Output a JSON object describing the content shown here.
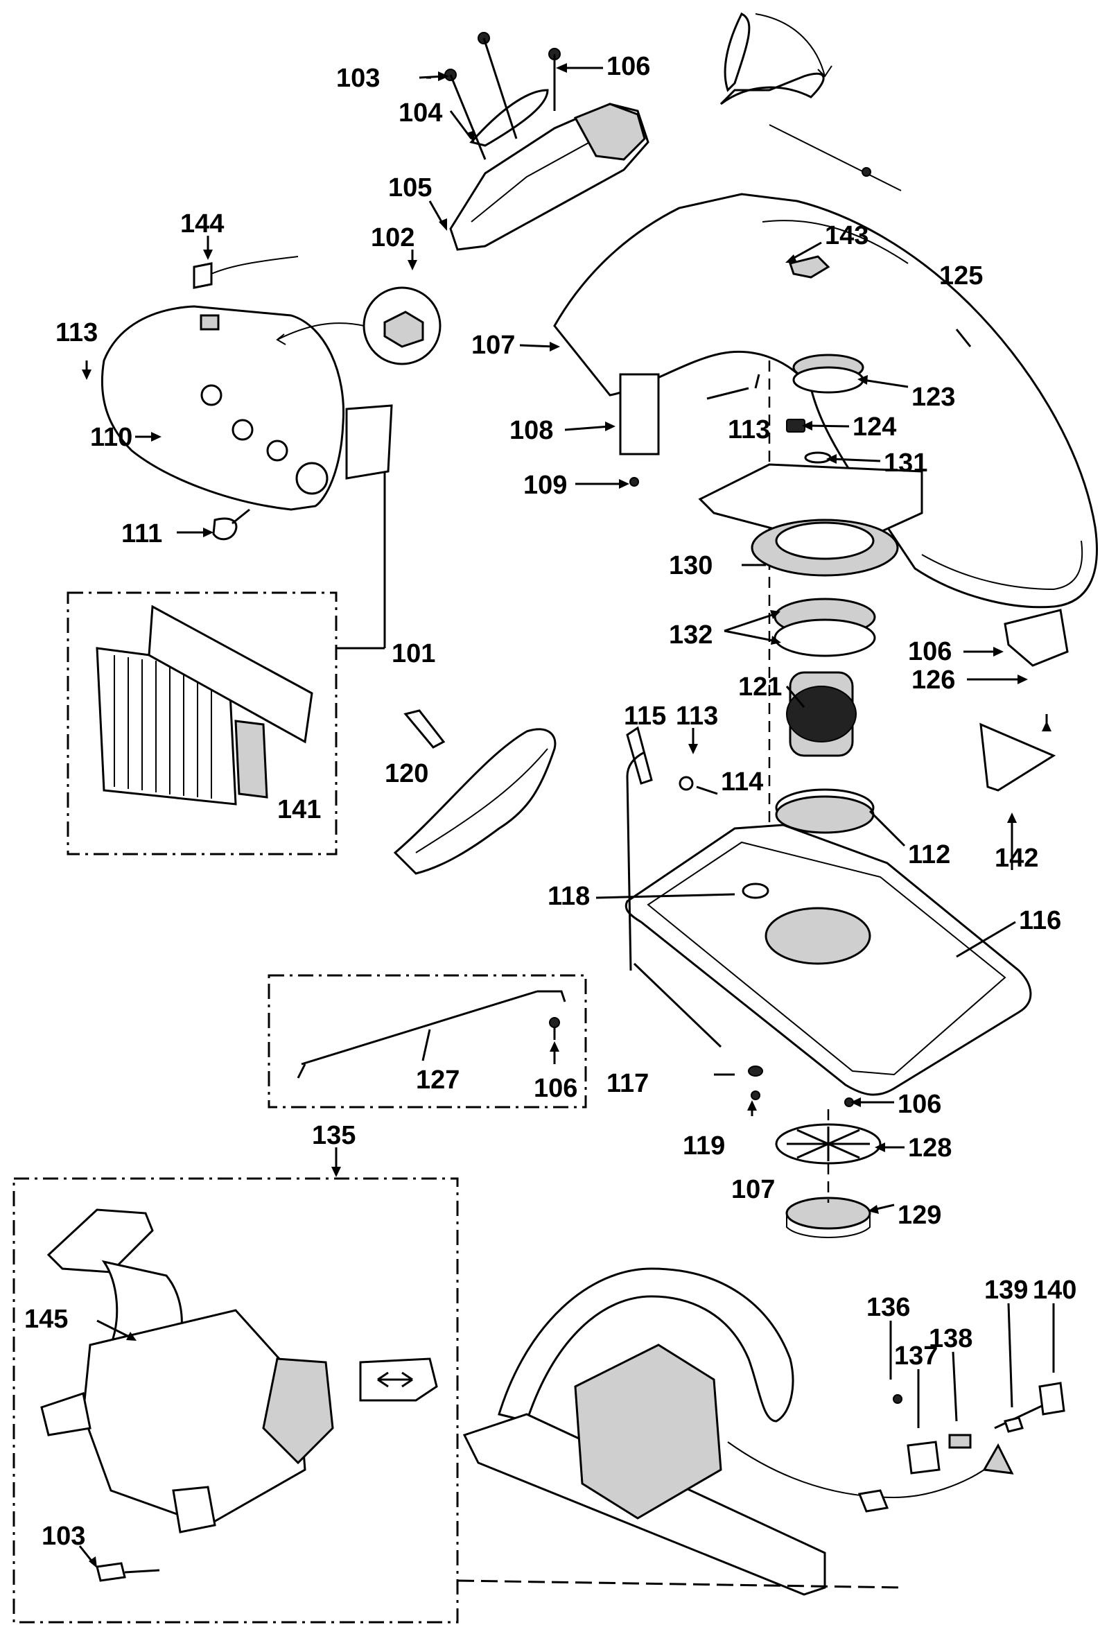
{
  "diagram": {
    "callouts": [
      "101",
      "102",
      "103",
      "104",
      "105",
      "106",
      "107",
      "108",
      "109",
      "110",
      "111",
      "112",
      "113",
      "114",
      "115",
      "116",
      "117",
      "118",
      "119",
      "120",
      "121",
      "123",
      "124",
      "125",
      "126",
      "127",
      "128",
      "129",
      "130",
      "131",
      "132",
      "135",
      "136",
      "137",
      "138",
      "139",
      "140",
      "141",
      "142",
      "143",
      "144",
      "145"
    ]
  },
  "labels": {
    "l101": "101",
    "l102": "102",
    "l103a": "103",
    "l103b": "103",
    "l104": "104",
    "l105": "105",
    "l106a": "106",
    "l106b": "106",
    "l106c": "106",
    "l106d": "106",
    "l107a": "107",
    "l107b": "107",
    "l108": "108",
    "l109": "109",
    "l110": "110",
    "l111": "111",
    "l112": "112",
    "l113a": "113",
    "l113b": "113",
    "l113c": "113",
    "l114": "114",
    "l115": "115",
    "l116": "116",
    "l117": "117",
    "l118": "118",
    "l119": "119",
    "l120": "120",
    "l121": "121",
    "l123": "123",
    "l124": "124",
    "l125": "125",
    "l126": "126",
    "l127": "127",
    "l128": "128",
    "l129": "129",
    "l130": "130",
    "l131": "131",
    "l132": "132",
    "l135": "135",
    "l136": "136",
    "l137": "137",
    "l138": "138",
    "l139": "139",
    "l140": "140",
    "l141": "141",
    "l142": "142",
    "l143": "143",
    "l144": "144",
    "l145": "145"
  }
}
